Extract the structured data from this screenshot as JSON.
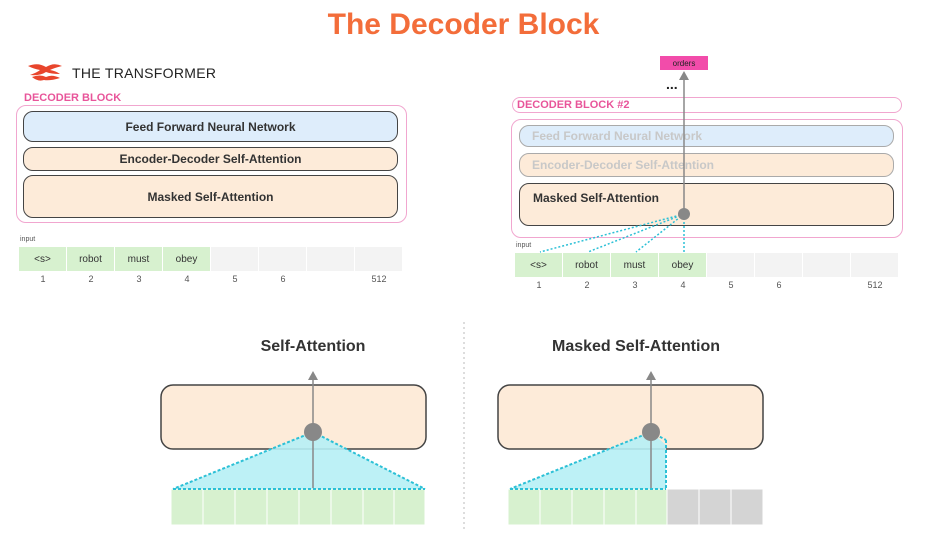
{
  "title": "The Decoder Block",
  "brand": {
    "logo_icon": "flame-logo-icon",
    "text": "THE TRANSFORMER"
  },
  "left_block": {
    "label": "DECODER BLOCK",
    "layers": [
      "Feed Forward Neural Network",
      "Encoder-Decoder Self-Attention",
      "Masked Self-Attention"
    ],
    "input_label": "input",
    "tokens": [
      "<s>",
      "robot",
      "must",
      "obey",
      "",
      "",
      "",
      ""
    ],
    "indices": [
      "1",
      "2",
      "3",
      "4",
      "5",
      "6",
      "",
      "512"
    ]
  },
  "right_block": {
    "label": "DECODER BLOCK #2",
    "layers": [
      "Feed Forward Neural Network",
      "Encoder-Decoder Self-Attention",
      "Masked Self-Attention"
    ],
    "output_token": "orders",
    "ellipsis": "...",
    "input_label": "input",
    "tokens": [
      "<s>",
      "robot",
      "must",
      "obey",
      "",
      "",
      "",
      ""
    ],
    "indices": [
      "1",
      "2",
      "3",
      "4",
      "5",
      "6",
      "",
      "512"
    ]
  },
  "bottom": {
    "self_attention_title": "Self-Attention",
    "masked_self_attention_title": "Masked Self-Attention"
  },
  "colors": {
    "title": "#f36d3a",
    "pink": "#e8559a",
    "attention_fill": "#fdebd9",
    "ffnn_fill": "#deedfb",
    "token_fill": "#d7f1cf",
    "masked_fill": "#d4d4d4",
    "attention_lines": "#2cc0d6"
  }
}
